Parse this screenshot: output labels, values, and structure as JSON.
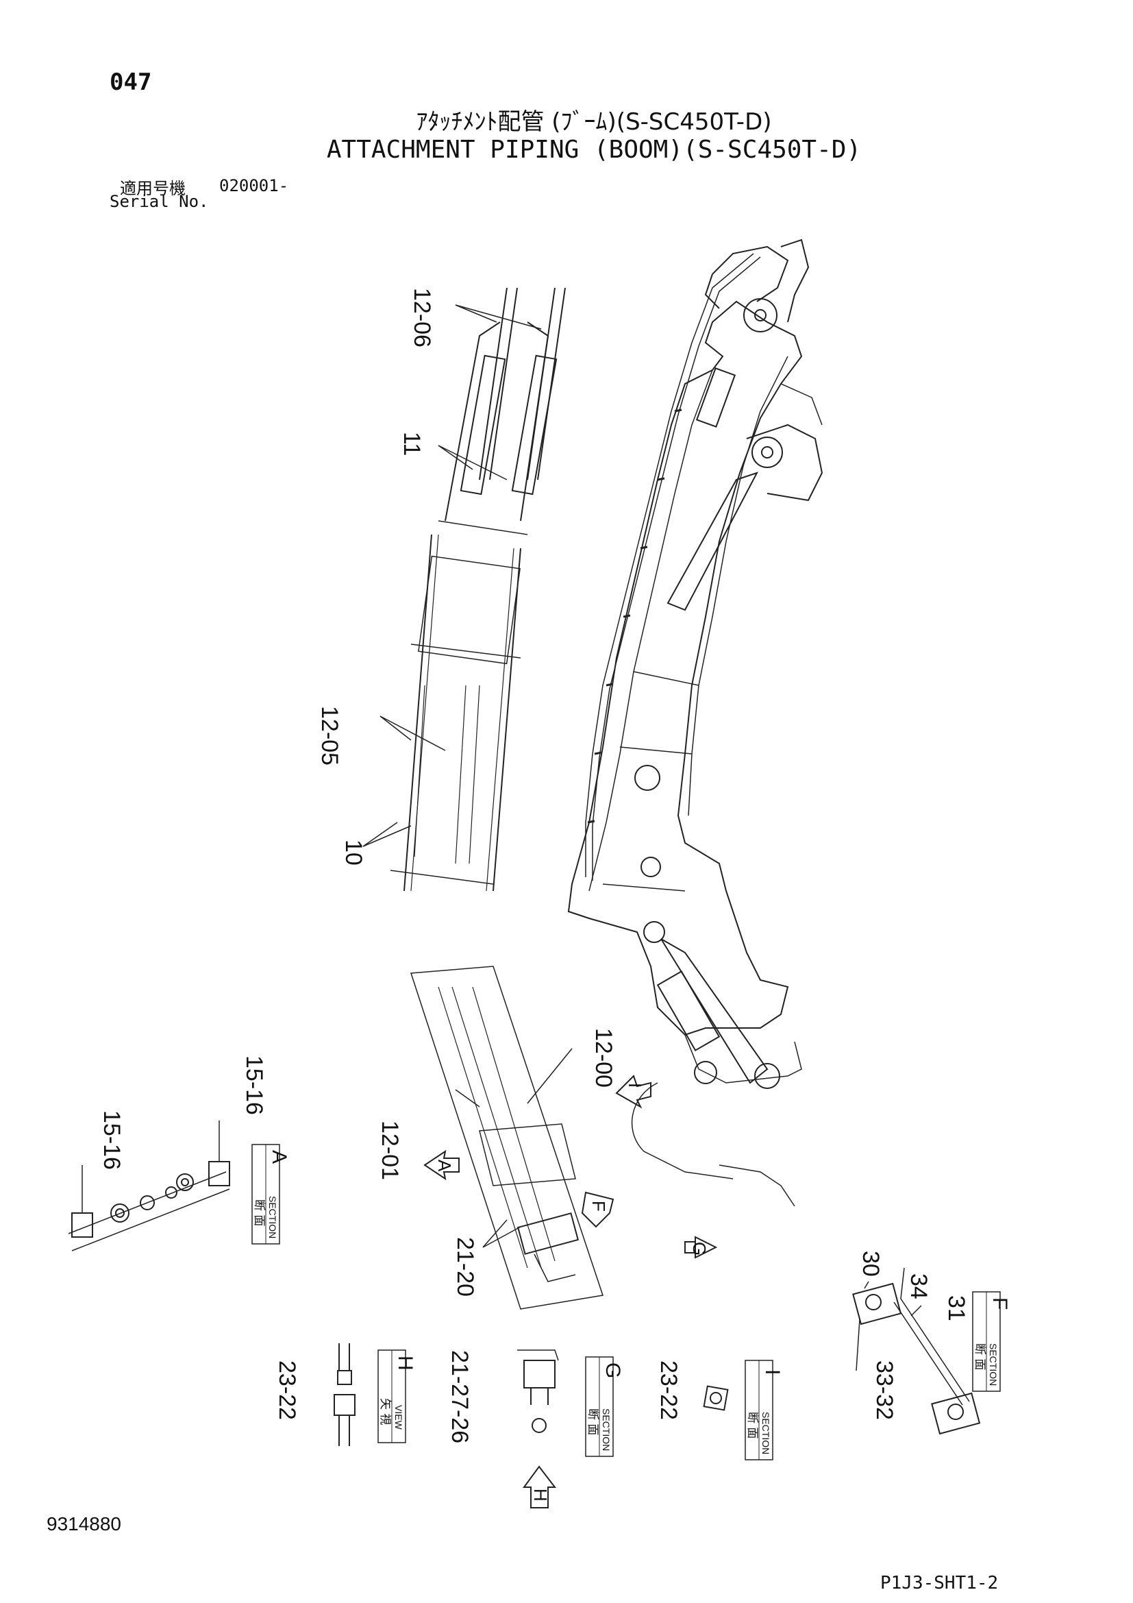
{
  "header": {
    "page_number": "047",
    "title_jp": "ｱﾀｯﾁﾒﾝﾄ配管 (ﾌﾞｰﾑ)(S-SC450T-D)",
    "title_en": "ATTACHMENT PIPING (BOOM)(S-SC450T-D)",
    "serial_label_jp": "適用号機",
    "serial_value": "020001-",
    "serial_label_en": "Serial No."
  },
  "footer": {
    "drawing_number": "9314880",
    "sheet_code": "P1J3-SHT1-2"
  },
  "ref_numbers": {
    "r12_06": "12-06",
    "r11": "11",
    "r12_05": "12-05",
    "r10": "10",
    "r12_01": "12-01",
    "r12_00": "12-00",
    "r21_20": "21-20",
    "r15_16_left": "15-16",
    "r15_16_right": "15-16",
    "r23_22_view": "23-22",
    "r21_27_26": "21-27-26",
    "r23_22_section": "23-22",
    "r30": "30",
    "r34": "34",
    "r31": "31",
    "r33_32": "33-32"
  },
  "sections": {
    "A": {
      "letter": "A",
      "jp": "断 面",
      "en": "SECTION"
    },
    "H": {
      "letter": "H",
      "jp": "矢 視",
      "en": "VIEW"
    },
    "G": {
      "letter": "G",
      "jp": "断 面",
      "en": "SECTION"
    },
    "I": {
      "letter": "I",
      "jp": "断 面",
      "en": "SECTION"
    },
    "F": {
      "letter": "F",
      "jp": "断 面",
      "en": "SECTION"
    }
  },
  "view_arrows": {
    "A": "A",
    "F": "F",
    "G": "G",
    "H": "H",
    "I": "I"
  }
}
